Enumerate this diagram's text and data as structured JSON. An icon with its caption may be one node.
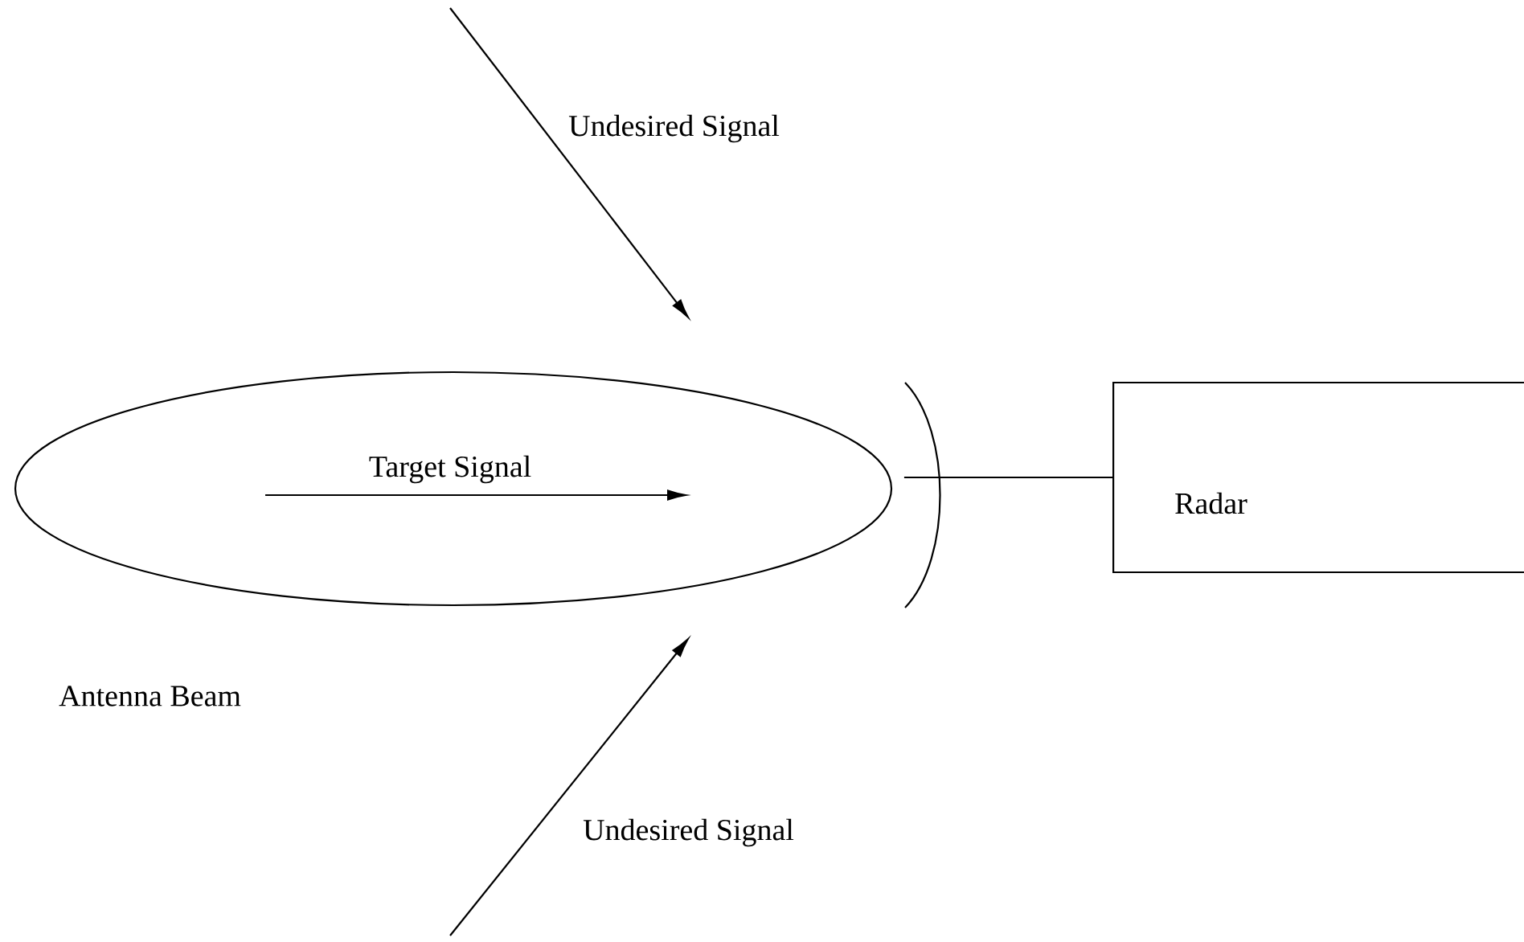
{
  "diagram": {
    "nodes": [
      {
        "text": [],
        "shape": "ellipse",
        "beside": [
          "Antenna Beam"
        ]
      },
      {
        "text": [],
        "shape": "arc"
      },
      {
        "text": [
          "Radar"
        ]
      }
    ],
    "edges": [
      {
        "from": 1,
        "to": 2,
        "arrow": "none"
      }
    ],
    "labels": [
      "Undesired Signal",
      "Target Signal",
      "Undesired Signal"
    ]
  }
}
